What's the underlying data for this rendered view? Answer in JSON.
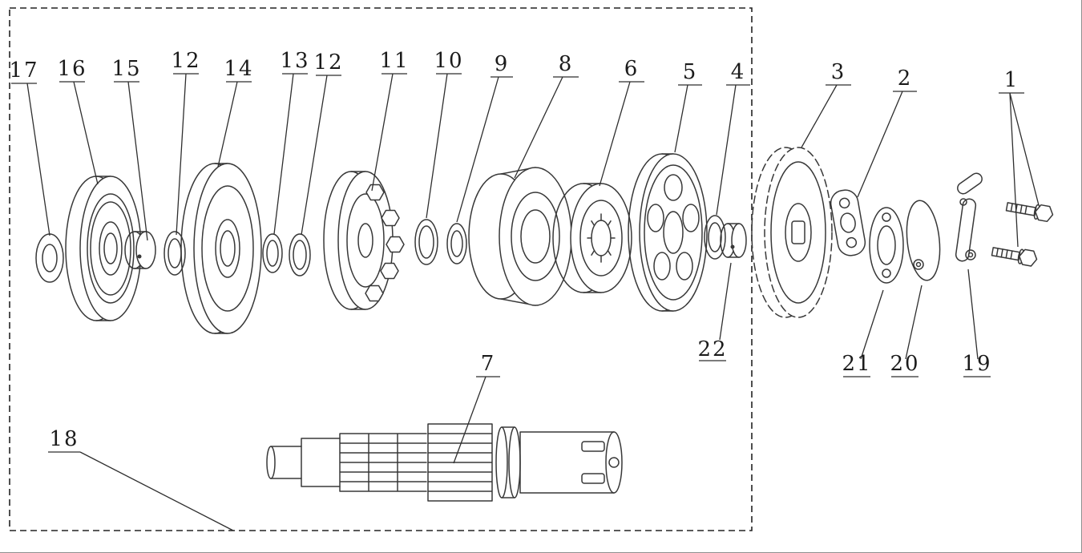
{
  "diagram": {
    "background": "#ffffff",
    "line_color": "#383838",
    "label_color": "#1b1b1b",
    "boundary": "dashed-rectangle",
    "callouts": [
      {
        "number": "17"
      },
      {
        "number": "16"
      },
      {
        "number": "15"
      },
      {
        "number": "12"
      },
      {
        "number": "14"
      },
      {
        "number": "13"
      },
      {
        "number": "12"
      },
      {
        "number": "11"
      },
      {
        "number": "10"
      },
      {
        "number": "9"
      },
      {
        "number": "8"
      },
      {
        "number": "6"
      },
      {
        "number": "5"
      },
      {
        "number": "4"
      },
      {
        "number": "3"
      },
      {
        "number": "2"
      },
      {
        "number": "1"
      },
      {
        "number": "22"
      },
      {
        "number": "21"
      },
      {
        "number": "20"
      },
      {
        "number": "19"
      },
      {
        "number": "7"
      },
      {
        "number": "18"
      }
    ]
  }
}
